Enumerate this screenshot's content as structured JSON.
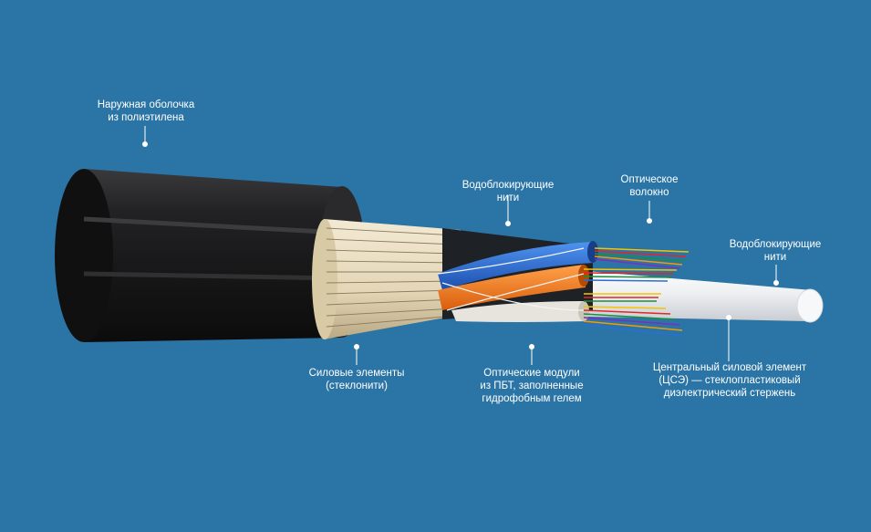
{
  "colors": {
    "background": "#2b74a6",
    "jacket": "#1b1b1c",
    "strength_yarn": "#e8dcc0",
    "module_blue": "#2a6fd6",
    "module_orange": "#ee7a1f",
    "central_rod": "#f2f4f6",
    "leader": "#ffffff"
  },
  "callouts": {
    "outer_sheath": {
      "lines": [
        "Наружная оболочка",
        "из полиэтилена"
      ]
    },
    "water_block_1": {
      "lines": [
        "Водоблокирующие",
        "нити"
      ]
    },
    "optical_fiber": {
      "lines": [
        "Оптическое",
        "волокно"
      ]
    },
    "water_block_2": {
      "lines": [
        "Водоблокирующие",
        "нити"
      ]
    },
    "strength_members": {
      "lines": [
        "Силовые элементы",
        "(стеклонити)"
      ]
    },
    "optical_modules": {
      "lines": [
        "Оптические модули",
        "из ПБТ, заполненные",
        "гидрофобным гелем"
      ]
    },
    "central_member": {
      "lines": [
        "Центральный силовой элемент",
        "(ЦСЭ) — стеклопластиковый",
        "диэлектрический стержень"
      ]
    }
  }
}
